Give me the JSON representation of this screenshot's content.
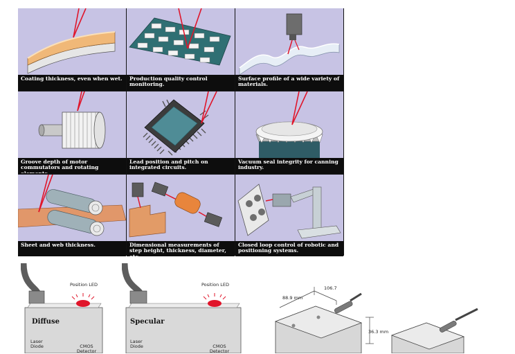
{
  "cells": [
    {
      "caption": "Coating thickness, even when wet."
    },
    {
      "caption": "Production quality control monitoring."
    },
    {
      "caption": "Surface profile of a wide variety of materials."
    },
    {
      "caption": "Groove depth of motor commutators and rotating elements."
    },
    {
      "caption": "Lead position and pitch on integrated circuits."
    },
    {
      "caption": "Vacuum seal integrity for canning industry."
    },
    {
      "caption": "Sheet and web thickness."
    },
    {
      "caption": "Dimensional measurements of step height, thickness, diameter, etc."
    },
    {
      "caption": "Closed loop control of robotic and positioning systems."
    }
  ],
  "sensors": {
    "diffuse": {
      "title": "Diffuse",
      "led": "Position LED",
      "laser": "Laser Diode",
      "cmos": "CMOS Detector"
    },
    "specular": {
      "title": "Specular",
      "led": "Position LED",
      "laser": "Laser Diode",
      "cmos": "CMOS Detector"
    }
  },
  "dimensions": {
    "width": "88.9 mm",
    "depth": "106.7",
    "height": "36.3 mm"
  },
  "colors": {
    "cell_bg": "#c7c3e4",
    "laser": "#e0152a",
    "caption_bg": "#0d0d0d"
  }
}
